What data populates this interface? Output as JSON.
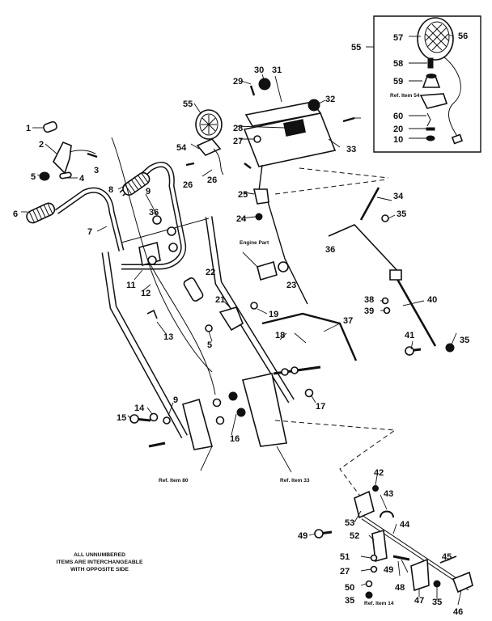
{
  "labels": [
    "1",
    "2",
    "3",
    "4",
    "5",
    "6",
    "7",
    "8",
    "9",
    "36",
    "11",
    "12",
    "13",
    "5",
    "14",
    "9",
    "15",
    "16",
    "17",
    "18",
    "19",
    "21",
    "22",
    "23",
    "24",
    "25",
    "26",
    "26",
    "27",
    "28",
    "29",
    "30",
    "31",
    "32",
    "33",
    "34",
    "35",
    "36",
    "37",
    "38",
    "39",
    "40",
    "41",
    "35",
    "42",
    "43",
    "53",
    "44",
    "49",
    "52",
    "51",
    "27",
    "50",
    "35",
    "48",
    "49",
    "47",
    "35",
    "46",
    "45",
    "54",
    "55",
    "55",
    "56",
    "57",
    "58",
    "59",
    "60",
    "20",
    "10"
  ],
  "callouts": {
    "engine_part": "Engine Part",
    "ref_54": "Ref. Item 54",
    "ref_80": "Ref. Item 80",
    "ref_33": "Ref. Item 33",
    "ref_14": "Ref. Item 14"
  },
  "note": {
    "line1": "ALL UNNUMBERED",
    "line2": "ITEMS ARE INTERCHANGEABLE",
    "line3": "WITH OPPOSITE SIDE"
  }
}
